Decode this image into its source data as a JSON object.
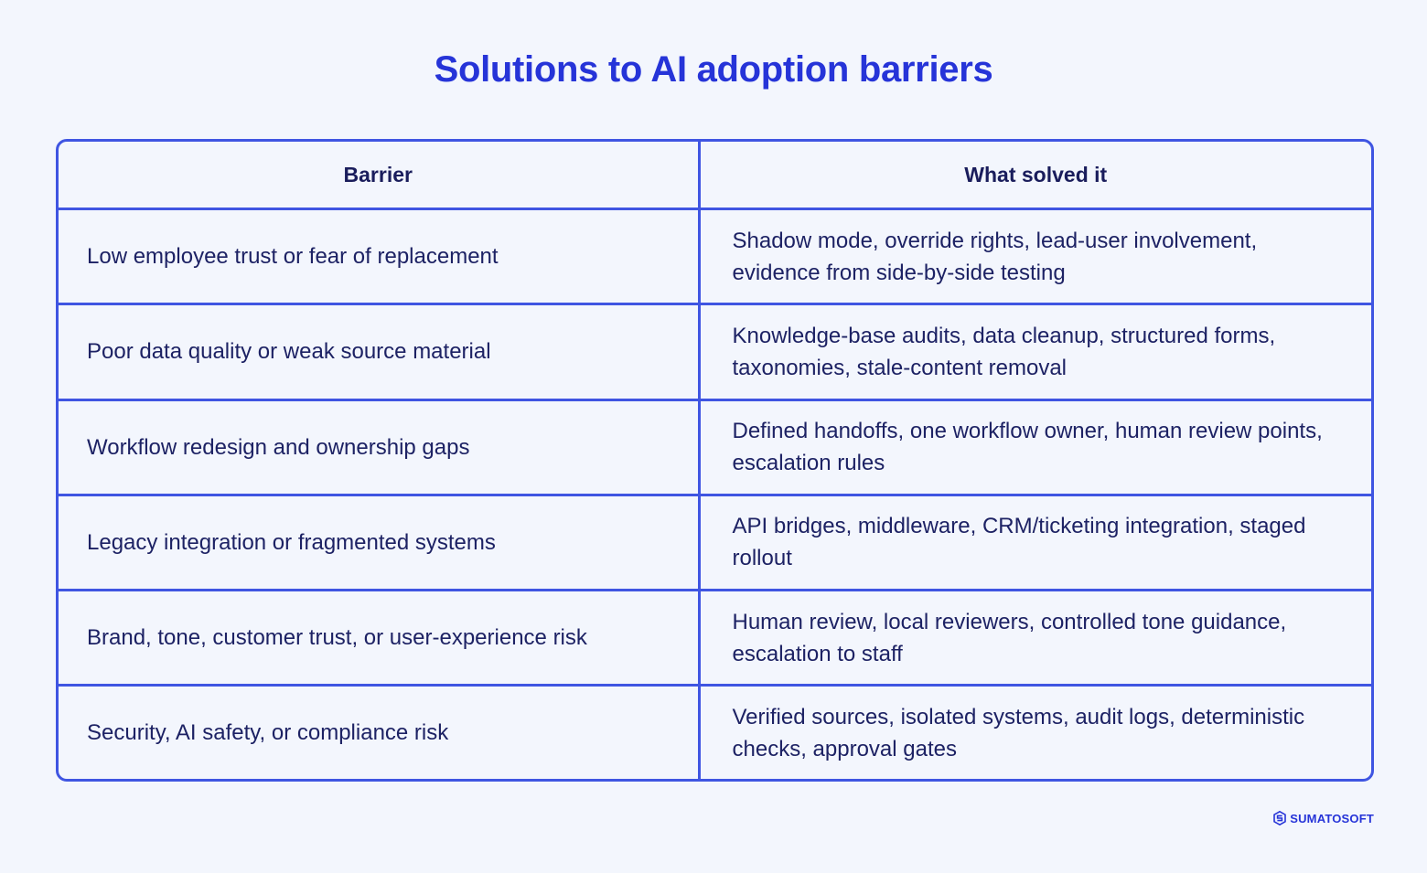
{
  "title": "Solutions to AI adoption barriers",
  "table": {
    "headers": [
      "Barrier",
      "What solved it"
    ],
    "rows": [
      {
        "barrier": "Low employee trust or fear of replacement",
        "solution": "Shadow mode, override rights, lead-user involvement, evidence from side-by-side testing"
      },
      {
        "barrier": "Poor data quality or weak source material",
        "solution": "Knowledge-base audits, data cleanup, structured forms, taxonomies, stale-content removal"
      },
      {
        "barrier": "Workflow redesign and ownership gaps",
        "solution": "Defined handoffs, one workflow owner, human review points, escalation rules"
      },
      {
        "barrier": "Legacy integration or fragmented systems",
        "solution": "API bridges, middleware, CRM/ticketing integration, staged rollout"
      },
      {
        "barrier": "Brand, tone, customer trust, or user-experience risk",
        "solution": "Human review, local reviewers, controlled tone guidance, escalation to staff"
      },
      {
        "barrier": "Security, AI safety, or compliance risk",
        "solution": "Verified sources, isolated systems, audit logs, deterministic checks, approval gates"
      }
    ]
  },
  "brand": {
    "name": "SUMATOSOFT",
    "icon": "sumatosoft-logo-icon"
  },
  "colors": {
    "background": "#f3f6fd",
    "accent": "#2634d8",
    "border": "#3f55e2",
    "text": "#1d2264"
  }
}
